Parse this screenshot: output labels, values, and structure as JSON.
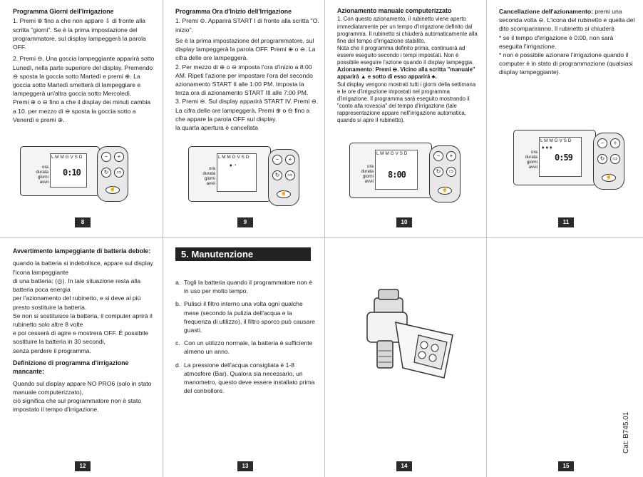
{
  "p8": {
    "title": "Programma Giorni dell'Irrigazione",
    "items": [
      "1. Premi ⊕ fino a che non appare ⇩ di fronte alla scritta \"giorni\". Se è la prima impostazione del programmatore, sul display lampeggerà la parola OFF.",
      "2. Premi ⊖. Una goccia lampeggiante apparirà sotto Lunedì, nella parte superiore del display. Premendo ⊖ sposta la goccia sotto Martedì e premi ⊕. La goccia sotto Martedì smetterà di lampeggiare e lampeggerà un'altra goccia sotto Mercoledì.",
      "Premi ⊕ o ⊖ fino a che il display dei minuti cambia a 10. per mezzo di ⊖ sposta la goccia sotto a Venerdì e premi ⊕."
    ],
    "days": "L M M G V S D",
    "side": [
      "ora",
      "durata",
      "giorni",
      "avvii"
    ],
    "digits": "0:10",
    "num": "8"
  },
  "p9": {
    "title": "Programma Ora d'Inizio dell'Irrigazione",
    "lines": [
      "1. Premi ⊖. Apparirà START I di fronte alla scritta \"O. inizio\".",
      "Se è la prima impostazione del programmatore, sul display lampeggerà la parola OFF. Premi ⊕ o ⊖. La cifra delle ore lampeggerà.",
      "2. Per mezzo di ⊕ o ⊖ imposta l'ora d'inizio a 8:00 AM. Ripeti l'azione per impostare l'ora del secondo azionamento START II alle 1:00 PM. Imposta la terza ora di azionamento START III alle 7:00 PM.",
      "3. Premi ⊖. Sul display apparirà START IV. Premi ⊖. La cifra delle ore lampeggerà. Premi ⊕ o ⊖ fino a che appare la parola OFF sul display.",
      "la quarta apertura è cancellata"
    ],
    "days": "L M M G V S D",
    "side": [
      "ora",
      "durata",
      "giorni",
      "avvii"
    ],
    "num": "9"
  },
  "p10": {
    "title": "Azionamento manuale computerizzato",
    "lines": [
      "1. Con questo azionamento, il rubinetto viene aperto immediatamente per un tempo d'irrigazione definito dal programma. Il rubinetto si chiuderà automaticamente alla fine del tempo d'irrigazione stabilito.",
      "Nota che il programma definito prima, continuerà ad essere eseguito secondo i tempi impostati. Non è possibile eseguire l'azione quando il display lampeggia.",
      "Azionamento: Premi ⊖. Vicino alla scritta \"manuale\" apparirà ▲ e sotto di esso apparirà ♣.",
      "Sul display vengono mostrati tutti i giorni della settimana e le ore d'irrigazione impostati nel programma d'irrigazione. Il programma sarà eseguito mostrando il \"conto alla rovescia\" del tempo d'irrigazione (tale rappresentazione appare nell'irrigazione automatica, quando si apre il rubinetto)."
    ],
    "days": "L M M G V S D",
    "side": [
      "ora",
      "durata",
      "giorni",
      "avvii"
    ],
    "digits": "8:00",
    "num": "10"
  },
  "p11": {
    "title": "Cancellazione dell'azionamento:",
    "lines": [
      "premi una seconda volta ⊖. L'icona del rubinetto e quella del dito scompariranno. Il rubinetto si chiuderà",
      "* se il tempo d'irrigazione è 0:00, non sarà eseguita l'irrigazione.",
      "* non è possibile azionare l'irrigazione quando il computer è in stato di programmazione (qualsiasi display lampeggiante)."
    ],
    "days": "L M M G V S D",
    "side": [
      "ora",
      "durata",
      "giorni",
      "avvii"
    ],
    "digits": "0:59",
    "num": "11"
  },
  "p12": {
    "title": "Avvertimento lampeggiante di batteria debole:",
    "lines": [
      "quando la batteria si indebolisce, appare sul display l'icona lampeggiante",
      "di una batteria: (◎). In tale situazione resta alla batteria poca energia",
      "per l'azionamento del rubinetto, e si deve al più presto sostituire la batteria.",
      "Se non si sostituisce la batteria, il computer aprirà il rubinetto solo altre 8 volte",
      "e poi cesserà di agire e mostrerà OFF. È possibile sostituire la batteria in 30 secondi,",
      "senza perdere il programma."
    ],
    "title2": "Definizione di programma d'irrigazione mancante:",
    "lines2": [
      "Quando sul display appare NO PRO6 (solo in stato manuale computerizzato),",
      "ciò significa che sul programmatore non è stato impostato il tempo d'irrigazione."
    ],
    "num": "12"
  },
  "p13": {
    "banner": "5. Manutenzione",
    "items": [
      {
        "label": "a.",
        "text": "Togli la batteria quando il programmatore non è in uso per molto tempo."
      },
      {
        "label": "b.",
        "text": "Pulisci il filtro interno una volta ogni qualche mese (secondo la pulizia dell'acqua e la frequenza di utilizzo), il filtro sporco può causare guasti."
      },
      {
        "label": "c.",
        "text": "Con un utilizzo normale, la batteria è sufficiente almeno un anno."
      },
      {
        "label": "d.",
        "text": "La pressione dell'acqua consigliata è 1-8 atmosfere (Bar). Qualora sia necessario, un manometro, questo deve essere installato prima del controllore."
      }
    ],
    "num": "13"
  },
  "p14": {
    "num": "14"
  },
  "p15": {
    "cat": "Cat: B745.01",
    "num": "15"
  }
}
